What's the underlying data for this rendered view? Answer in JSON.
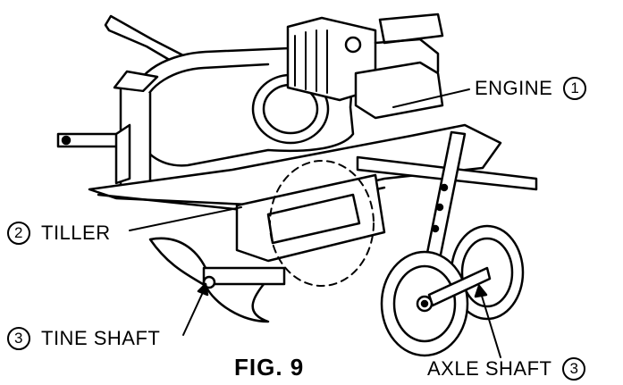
{
  "labels": {
    "engine": {
      "text": "ENGINE",
      "number": "1"
    },
    "tiller": {
      "text": "TILLER",
      "number": "2"
    },
    "tine_shaft": {
      "text": "TINE SHAFT",
      "number": "3"
    },
    "axle_shaft": {
      "text": "AXLE SHAFT",
      "number": "3"
    }
  },
  "caption": "FIG. 9"
}
